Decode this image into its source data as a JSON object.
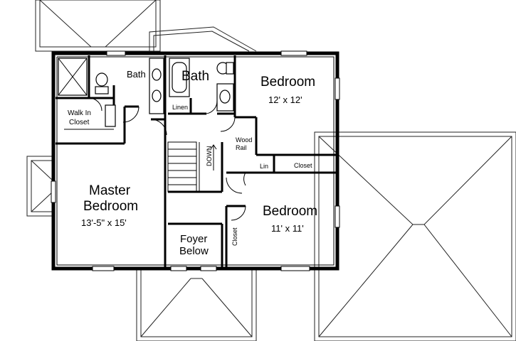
{
  "rooms": {
    "master": {
      "name_line1": "Master",
      "name_line2": "Bedroom",
      "size": "13'-5\" x 15'"
    },
    "bedroom_ne": {
      "name": "Bedroom",
      "size": "12' x 12'"
    },
    "bedroom_se": {
      "name": "Bedroom",
      "size": "11' x 11'"
    },
    "bath_left": {
      "name": "Bath"
    },
    "bath_right": {
      "name": "Bath"
    },
    "walk_in_closet": {
      "line1": "Walk In",
      "line2": "Closet"
    },
    "foyer": {
      "line1": "Foyer",
      "line2": "Below"
    },
    "linen": {
      "name": "Linen"
    },
    "lin": {
      "name": "Lin"
    },
    "closet_ne": {
      "name": "Closet"
    },
    "closet_se": {
      "name": "Closet"
    }
  },
  "labels": {
    "stair_direction": "DOWN",
    "wood_rail_line1": "Wood",
    "wood_rail_line2": "Rail"
  }
}
